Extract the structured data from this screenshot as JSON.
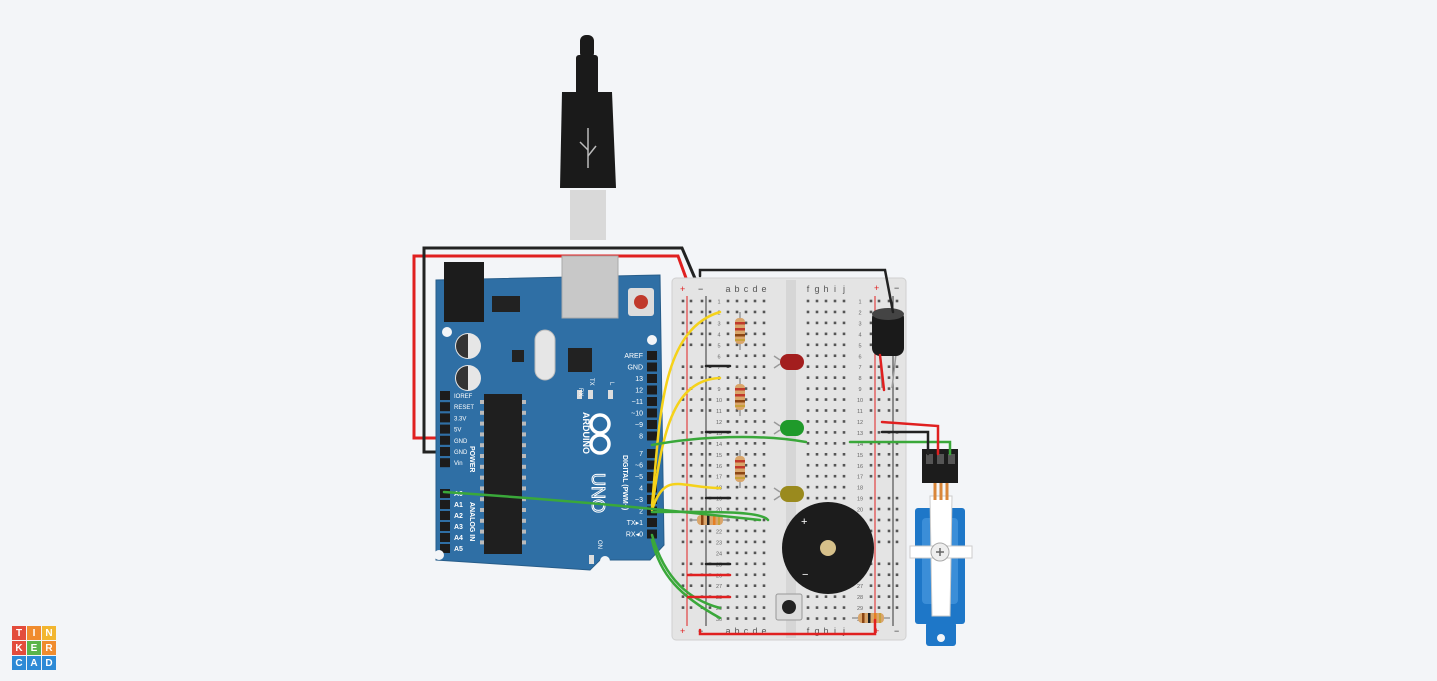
{
  "arduino": {
    "brand": "ARDUINO",
    "model": "UNO",
    "digital_header": "DIGITAL (PWM~)",
    "power_header": "POWER",
    "analog_header": "ANALOG IN",
    "on_label": "ON",
    "tx_label": "TX",
    "rx_label": "RX",
    "l_label": "L",
    "digital_pins": [
      "AREF",
      "GND",
      "13",
      "12",
      "~11",
      "~10",
      "~9",
      "8",
      "7",
      "~6",
      "~5",
      "4",
      "~3",
      "2",
      "TX▸1",
      "RX◂0"
    ],
    "power_pins": [
      "IOREF",
      "RESET",
      "3.3V",
      "5V",
      "GND",
      "GND",
      "Vin"
    ],
    "analog_pins": [
      "A0",
      "A1",
      "A2",
      "A3",
      "A4",
      "A5"
    ]
  },
  "breadboard": {
    "cols_left": [
      "a",
      "b",
      "c",
      "d",
      "e"
    ],
    "cols_right": [
      "f",
      "g",
      "h",
      "i",
      "j"
    ],
    "row_count": 30,
    "plus": "+",
    "minus": "−"
  },
  "buzzer": {
    "plus": "+",
    "minus": "−"
  },
  "logo": {
    "letters": [
      "T",
      "I",
      "N",
      "K",
      "E",
      "R",
      "C",
      "A",
      "D"
    ]
  },
  "colors": {
    "wire_red": "#e02020",
    "wire_black": "#222222",
    "wire_yellow": "#f5d21a",
    "wire_green": "#3aa83a",
    "arduino_blue": "#2f6fa5",
    "servo_blue": "#1e77c8"
  }
}
